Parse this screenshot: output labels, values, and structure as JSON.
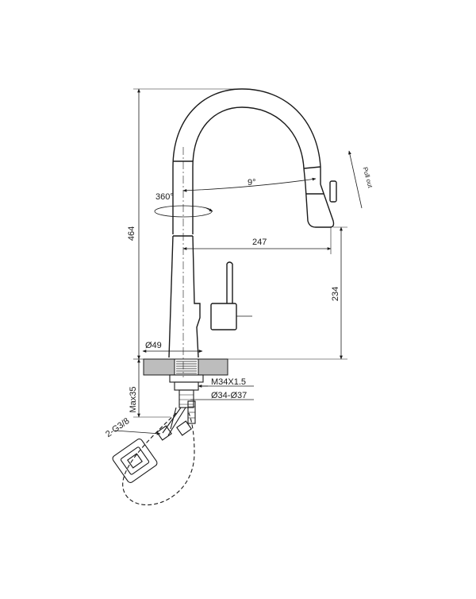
{
  "drawing": {
    "dimensions": {
      "height_total": "464",
      "rotation": "360°",
      "spray_angle": "9°",
      "reach": "247",
      "spout_height": "234",
      "base_diameter": "Ø49",
      "thread": "M34X1.5",
      "hole_diameter": "Ø34-Ø37",
      "max_thickness": "Max35",
      "hose_connection": "2-G3/8"
    },
    "annotations": {
      "pull_out": "Pull out"
    }
  },
  "colors": {
    "line": "#1a1a1a",
    "thin": "#444444",
    "countertop": "#bdbdbd"
  }
}
